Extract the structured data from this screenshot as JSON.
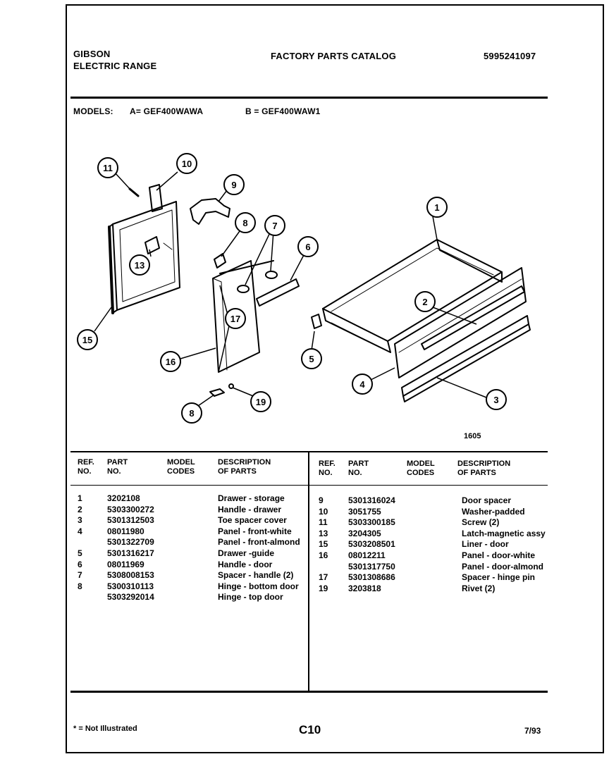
{
  "header": {
    "brand": "GIBSON",
    "product": "ELECTRIC RANGE",
    "catalog_title": "FACTORY PARTS CATALOG",
    "catalog_number": "5995241097"
  },
  "models": {
    "label": "MODELS:",
    "a": "A= GEF400WAWA",
    "b": "B = GEF400WAW1"
  },
  "diagram": {
    "figure_code": "1605",
    "callouts": [
      "11",
      "10",
      "9",
      "8",
      "7",
      "6",
      "1",
      "13",
      "17",
      "2",
      "15",
      "16",
      "5",
      "4",
      "8",
      "19",
      "3"
    ]
  },
  "table": {
    "headers": {
      "ref": "REF.",
      "ref2": "NO.",
      "part": "PART",
      "part2": "NO.",
      "model": "MODEL",
      "model2": "CODES",
      "desc": "DESCRIPTION",
      "desc2": "OF PARTS"
    },
    "left": [
      {
        "ref": "1",
        "part": "3202108",
        "desc": "Drawer - storage"
      },
      {
        "ref": "2",
        "part": "5303300272",
        "desc": "Handle - drawer"
      },
      {
        "ref": "3",
        "part": "5301312503",
        "desc": "Toe spacer cover"
      },
      {
        "ref": "4",
        "part": "08011980",
        "desc": "Panel - front-white"
      },
      {
        "ref": "",
        "part": "5301322709",
        "desc": "Panel - front-almond"
      },
      {
        "ref": "5",
        "part": "5301316217",
        "desc": "Drawer -guide"
      },
      {
        "ref": "6",
        "part": "08011969",
        "desc": "Handle - door"
      },
      {
        "ref": "7",
        "part": "5308008153",
        "desc": "Spacer - handle (2)"
      },
      {
        "ref": "8",
        "part": "5300310113",
        "desc": "Hinge - bottom door"
      },
      {
        "ref": "",
        "part": "5303292014",
        "desc": "Hinge - top door"
      }
    ],
    "right": [
      {
        "ref": "9",
        "part": "5301316024",
        "desc": "Door spacer"
      },
      {
        "ref": "10",
        "part": "3051755",
        "desc": "Washer-padded"
      },
      {
        "ref": "11",
        "part": "5303300185",
        "desc": "Screw (2)"
      },
      {
        "ref": "13",
        "part": "3204305",
        "desc": "Latch-magnetic assy"
      },
      {
        "ref": "15",
        "part": "5303208501",
        "desc": "Liner - door"
      },
      {
        "ref": "16",
        "part": "08012211",
        "desc": "Panel - door-white"
      },
      {
        "ref": "",
        "part": "5301317750",
        "desc": "Panel - door-almond"
      },
      {
        "ref": "17",
        "part": "5301308686",
        "desc": "Spacer - hinge pin"
      },
      {
        "ref": "19",
        "part": "3203818",
        "desc": "Rivet (2)"
      }
    ]
  },
  "footer": {
    "note": "* = Not Illustrated",
    "page": "C10",
    "date": "7/93"
  }
}
